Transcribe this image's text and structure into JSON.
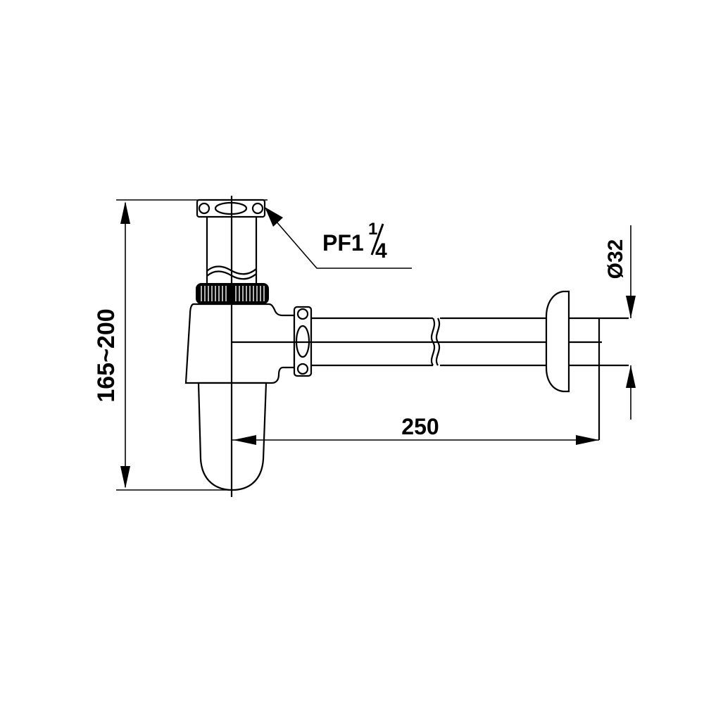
{
  "drawing": {
    "title": "Bottle trap technical drawing",
    "stroke_color": "#000000",
    "background": "#ffffff"
  },
  "dimensions": {
    "height_range": "165~200",
    "horizontal_length": "250",
    "pipe_diameter": "Ø32"
  },
  "thread_callout": {
    "prefix": "PF1",
    "numerator": "1",
    "denominator": "4"
  }
}
